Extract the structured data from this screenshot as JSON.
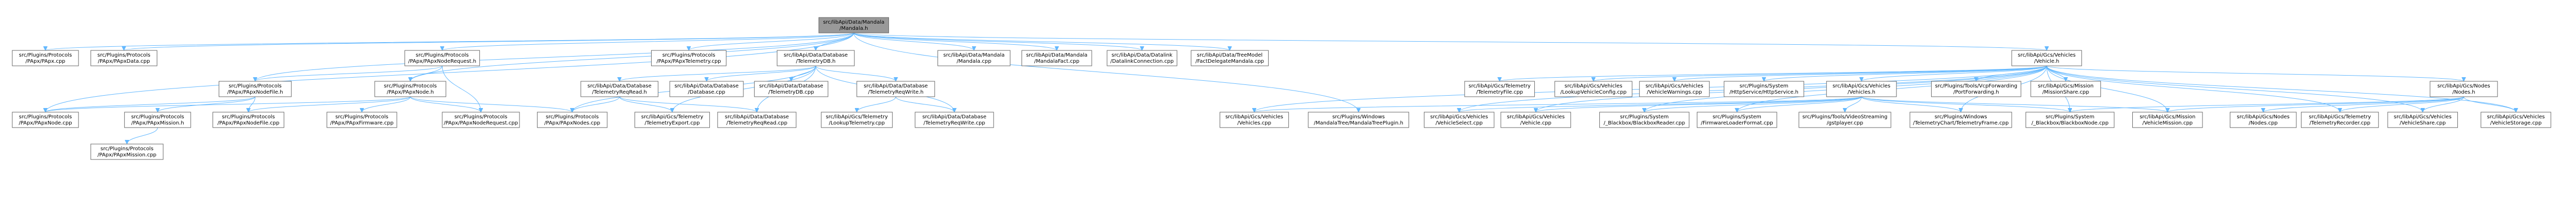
{
  "graph": {
    "nodes": [
      {
        "id": "root",
        "lines": [
          "src/libApi/Data/Mandala",
          "/Mandala.h"
        ],
        "style": "root"
      },
      {
        "id": "n1",
        "lines": [
          "src/Plugins/Protocols",
          "/PApx/PApx.cpp"
        ],
        "style": "normal"
      },
      {
        "id": "n2",
        "lines": [
          "src/Plugins/Protocols",
          "/PApx/PApxData.cpp"
        ],
        "style": "normal"
      },
      {
        "id": "n3",
        "lines": [
          "src/Plugins/Protocols",
          "/PApx/PApxNodeRequest.h"
        ],
        "style": "normal"
      },
      {
        "id": "n4",
        "lines": [
          "src/Plugins/Protocols",
          "/PApx/PApxTelemetry.cpp"
        ],
        "style": "normal"
      },
      {
        "id": "n5",
        "lines": [
          "src/libApi/Data/Database",
          "/TelemetryDB.h"
        ],
        "style": "normal"
      },
      {
        "id": "n6",
        "lines": [
          "src/libApi/Data/Mandala",
          "/Mandala.cpp"
        ],
        "style": "normal"
      },
      {
        "id": "n7",
        "lines": [
          "src/libApi/Data/Mandala",
          "/MandalaFact.cpp"
        ],
        "style": "normal"
      },
      {
        "id": "n8",
        "lines": [
          "src/libApi/Data/Datalink",
          "/DatalinkConnection.cpp"
        ],
        "style": "normal"
      },
      {
        "id": "n9",
        "lines": [
          "src/libApi/Data/TreeModel",
          "/FactDelegateMandala.cpp"
        ],
        "style": "normal"
      },
      {
        "id": "n10",
        "lines": [
          "src/libApi/Gcs/Vehicles",
          "/Vehicle.h"
        ],
        "style": "normal"
      },
      {
        "id": "n11",
        "lines": [
          "src/Plugins/Protocols",
          "/PApx/PApxNodeFile.h"
        ],
        "style": "normal"
      },
      {
        "id": "n12",
        "lines": [
          "src/Plugins/Protocols",
          "/PApx/PApxNode.h"
        ],
        "style": "normal"
      },
      {
        "id": "n13",
        "lines": [
          "src/libApi/Data/Database",
          "/TelemetryReqRead.h"
        ],
        "style": "red"
      },
      {
        "id": "n14",
        "lines": [
          "src/libApi/Data/Database",
          "/Database.cpp"
        ],
        "style": "normal"
      },
      {
        "id": "n15",
        "lines": [
          "src/libApi/Data/Database",
          "/TelemetryDB.cpp"
        ],
        "style": "normal"
      },
      {
        "id": "n16",
        "lines": [
          "src/libApi/Data/Database",
          "/TelemetryReqWrite.h"
        ],
        "style": "red"
      },
      {
        "id": "n17",
        "lines": [
          "src/libApi/Gcs/Telemetry",
          "/TelemetryFile.cpp"
        ],
        "style": "normal"
      },
      {
        "id": "n18",
        "lines": [
          "src/libApi/Gcs/Vehicles",
          "/LookupVehicleConfig.cpp"
        ],
        "style": "normal"
      },
      {
        "id": "n19",
        "lines": [
          "src/libApi/Gcs/Vehicles",
          "/VehicleWarnings.cpp"
        ],
        "style": "normal"
      },
      {
        "id": "n20",
        "lines": [
          "src/Plugins/System",
          "/HttpService/HttpService.h"
        ],
        "style": "red"
      },
      {
        "id": "n21",
        "lines": [
          "src/libApi/Gcs/Vehicles",
          "/Vehicles.h"
        ],
        "style": "red"
      },
      {
        "id": "n22",
        "lines": [
          "src/Plugins/Tools/VcpForwarding",
          "/PortForwarding.h"
        ],
        "style": "red"
      },
      {
        "id": "n23",
        "lines": [
          "src/libApi/Gcs/Mission",
          "/MissionShare.cpp"
        ],
        "style": "normal"
      },
      {
        "id": "n24",
        "lines": [
          "src/libApi/Gcs/Nodes",
          "/Nodes.h"
        ],
        "style": "red"
      },
      {
        "id": "n25",
        "lines": [
          "src/Plugins/Protocols",
          "/PApx/PApxNode.cpp"
        ],
        "style": "normal"
      },
      {
        "id": "n26",
        "lines": [
          "src/Plugins/Protocols",
          "/PApx/PApxMission.h"
        ],
        "style": "red"
      },
      {
        "id": "n27",
        "lines": [
          "src/Plugins/Protocols",
          "/PApx/PApxNodeFile.cpp"
        ],
        "style": "normal"
      },
      {
        "id": "n28",
        "lines": [
          "src/Plugins/Protocols",
          "/PApx/PApxFirmware.cpp"
        ],
        "style": "normal"
      },
      {
        "id": "n29",
        "lines": [
          "src/Plugins/Protocols",
          "/PApx/PApxNodeRequest.cpp"
        ],
        "style": "normal"
      },
      {
        "id": "n30",
        "lines": [
          "src/Plugins/Protocols",
          "/PApx/PApxNodes.cpp"
        ],
        "style": "normal"
      },
      {
        "id": "n31",
        "lines": [
          "src/libApi/Gcs/Telemetry",
          "/TelemetryExport.cpp"
        ],
        "style": "normal"
      },
      {
        "id": "n32",
        "lines": [
          "src/libApi/Data/Database",
          "/TelemetryReqRead.cpp"
        ],
        "style": "normal"
      },
      {
        "id": "n33",
        "lines": [
          "src/libApi/Gcs/Telemetry",
          "/LookupTelemetry.cpp"
        ],
        "style": "normal"
      },
      {
        "id": "n34",
        "lines": [
          "src/libApi/Data/Database",
          "/TelemetryReqWrite.cpp"
        ],
        "style": "normal"
      },
      {
        "id": "n35",
        "lines": [
          "src/libApi/Gcs/Vehicles",
          "/Vehicles.cpp"
        ],
        "style": "normal"
      },
      {
        "id": "n36",
        "lines": [
          "src/Plugins/Windows",
          "/MandalaTree/MandalaTreePlugin.h"
        ],
        "style": "normal"
      },
      {
        "id": "n37",
        "lines": [
          "src/libApi/Gcs/Vehicles",
          "/VehicleSelect.cpp"
        ],
        "style": "normal"
      },
      {
        "id": "n38",
        "lines": [
          "src/libApi/Gcs/Vehicles",
          "/Vehicle.cpp"
        ],
        "style": "normal"
      },
      {
        "id": "n39",
        "lines": [
          "src/Plugins/System",
          "/_Blackbox/BlackboxReader.cpp"
        ],
        "style": "normal"
      },
      {
        "id": "n40",
        "lines": [
          "src/Plugins/System",
          "/FirmwareLoaderFormat.cpp"
        ],
        "style": "normal"
      },
      {
        "id": "n41",
        "lines": [
          "src/Plugins/Tools/VideoStreaming",
          "/gstplayer.cpp"
        ],
        "style": "normal"
      },
      {
        "id": "n42",
        "lines": [
          "src/Plugins/Windows",
          "/TelemetryChart/TelemetryFrame.cpp"
        ],
        "style": "normal"
      },
      {
        "id": "n43",
        "lines": [
          "src/Plugins/System",
          "/_Blackbox/BlackboxNode.cpp"
        ],
        "style": "normal"
      },
      {
        "id": "n44",
        "lines": [
          "src/libApi/Gcs/Mission",
          "/VehicleMission.cpp"
        ],
        "style": "normal"
      },
      {
        "id": "n45",
        "lines": [
          "src/libApi/Gcs/Nodes",
          "/Nodes.cpp"
        ],
        "style": "normal"
      },
      {
        "id": "n46",
        "lines": [
          "src/libApi/Gcs/Telemetry",
          "/TelemetryRecorder.cpp"
        ],
        "style": "normal"
      },
      {
        "id": "n47",
        "lines": [
          "src/libApi/Gcs/Vehicles",
          "/VehicleShare.cpp"
        ],
        "style": "normal"
      },
      {
        "id": "n48",
        "lines": [
          "src/libApi/Gcs/Vehicles",
          "/VehicleStorage.cpp"
        ],
        "style": "normal"
      },
      {
        "id": "n49",
        "lines": [
          "src/Plugins/Protocols",
          "/PApx/PApxMission.cpp"
        ],
        "style": "normal"
      }
    ],
    "edges": [
      [
        "root",
        "n1"
      ],
      [
        "root",
        "n2"
      ],
      [
        "root",
        "n3"
      ],
      [
        "root",
        "n4"
      ],
      [
        "root",
        "n5"
      ],
      [
        "root",
        "n6"
      ],
      [
        "root",
        "n7"
      ],
      [
        "root",
        "n8"
      ],
      [
        "root",
        "n9"
      ],
      [
        "root",
        "n10"
      ],
      [
        "root",
        "n11"
      ],
      [
        "root",
        "n12"
      ],
      [
        "root",
        "n25"
      ],
      [
        "root",
        "n36"
      ],
      [
        "n3",
        "n11"
      ],
      [
        "n3",
        "n12"
      ],
      [
        "n3",
        "n29"
      ],
      [
        "n5",
        "n13"
      ],
      [
        "n5",
        "n14"
      ],
      [
        "n5",
        "n15"
      ],
      [
        "n5",
        "n16"
      ],
      [
        "n5",
        "n30"
      ],
      [
        "n5",
        "n31"
      ],
      [
        "n5",
        "n32"
      ],
      [
        "n5",
        "n34"
      ],
      [
        "n11",
        "n25"
      ],
      [
        "n11",
        "n26"
      ],
      [
        "n11",
        "n27"
      ],
      [
        "n12",
        "n25"
      ],
      [
        "n12",
        "n27"
      ],
      [
        "n12",
        "n28"
      ],
      [
        "n12",
        "n29"
      ],
      [
        "n12",
        "n30"
      ],
      [
        "n13",
        "n30"
      ],
      [
        "n13",
        "n31"
      ],
      [
        "n13",
        "n32"
      ],
      [
        "n16",
        "n33"
      ],
      [
        "n16",
        "n34"
      ],
      [
        "n26",
        "n49"
      ],
      [
        "n10",
        "n17"
      ],
      [
        "n10",
        "n18"
      ],
      [
        "n10",
        "n19"
      ],
      [
        "n10",
        "n20"
      ],
      [
        "n10",
        "n21"
      ],
      [
        "n10",
        "n22"
      ],
      [
        "n10",
        "n23"
      ],
      [
        "n10",
        "n24"
      ],
      [
        "n10",
        "n35"
      ],
      [
        "n10",
        "n37"
      ],
      [
        "n10",
        "n38"
      ],
      [
        "n10",
        "n39"
      ],
      [
        "n10",
        "n40"
      ],
      [
        "n10",
        "n42"
      ],
      [
        "n10",
        "n43"
      ],
      [
        "n10",
        "n44"
      ],
      [
        "n10",
        "n46"
      ],
      [
        "n10",
        "n47"
      ],
      [
        "n10",
        "n48"
      ],
      [
        "n21",
        "n35"
      ],
      [
        "n21",
        "n37"
      ],
      [
        "n21",
        "n38"
      ],
      [
        "n21",
        "n39"
      ],
      [
        "n21",
        "n40"
      ],
      [
        "n21",
        "n41"
      ],
      [
        "n21",
        "n42"
      ],
      [
        "n21",
        "n43"
      ],
      [
        "n21",
        "n44"
      ],
      [
        "n24",
        "n43"
      ],
      [
        "n24",
        "n44"
      ],
      [
        "n24",
        "n45"
      ],
      [
        "n24",
        "n46"
      ],
      [
        "n24",
        "n47"
      ],
      [
        "n24",
        "n48"
      ]
    ]
  },
  "colors": {
    "root_fill": "#999999",
    "node_fill": "#ffffff",
    "node_border": "#666666",
    "red_border": "#ff0000",
    "edge": "#63b8ff",
    "text": "#000000"
  }
}
